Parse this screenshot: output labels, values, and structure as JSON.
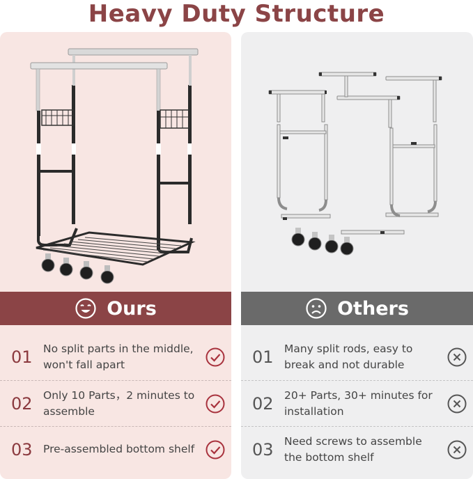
{
  "title": "Heavy Duty Structure",
  "colors": {
    "accent": "#8b4446",
    "ours_bg": "#f8e6e3",
    "others_bg": "#efeff0",
    "others_banner": "#6a6a6a"
  },
  "ours": {
    "label": "Ours",
    "icon": "smile-icon",
    "rows": [
      {
        "num": "01",
        "text": "No split parts in the middle, won't fall apart",
        "icon": "check-icon"
      },
      {
        "num": "02",
        "text": "Only 10 Parts，2 minutes to assemble",
        "icon": "check-icon"
      },
      {
        "num": "03",
        "text": "Pre-assembled bottom shelf",
        "icon": "check-icon"
      }
    ]
  },
  "others": {
    "label": "Others",
    "icon": "frown-icon",
    "rows": [
      {
        "num": "01",
        "text": "Many split rods, easy to break and not durable",
        "icon": "x-icon"
      },
      {
        "num": "02",
        "text": "20+ Parts, 30+ minutes for installation",
        "icon": "x-icon"
      },
      {
        "num": "03",
        "text": "Need screws to assemble the bottom shelf",
        "icon": "x-icon"
      }
    ]
  }
}
